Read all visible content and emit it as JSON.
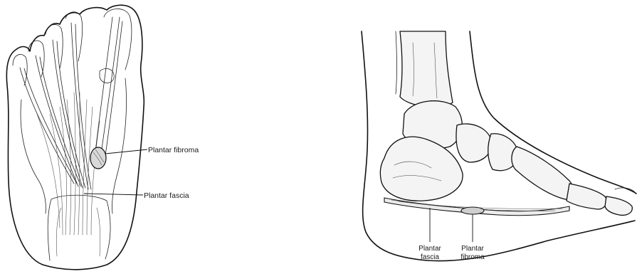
{
  "figures": {
    "plantar_view": {
      "labels": {
        "fibroma": "Plantar fibroma",
        "fascia": "Plantar fascia"
      }
    },
    "side_view": {
      "labels": {
        "fascia_line1": "Plantar",
        "fascia_line2": "fascia",
        "fibroma_line1": "Plantar",
        "fibroma_line2": "fibroma"
      }
    }
  }
}
